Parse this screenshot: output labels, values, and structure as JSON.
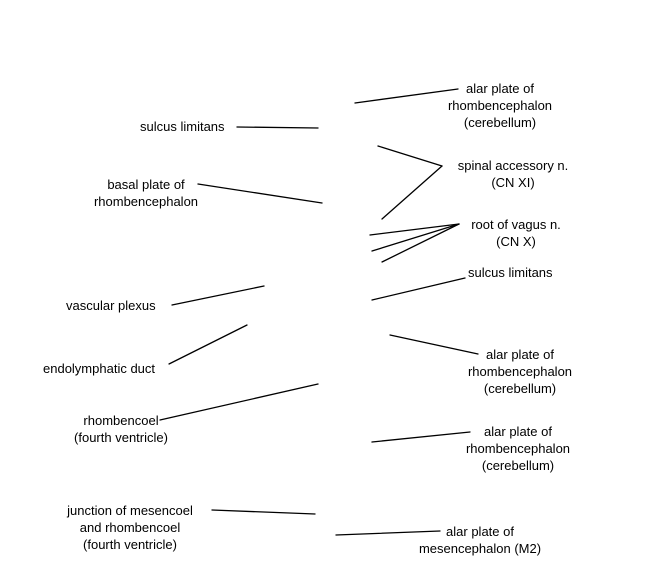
{
  "diagram": {
    "labels": [
      {
        "id": "alar-plate-cerebellum-top",
        "lines": [
          "alar plate of",
          "rhombencephalon",
          "(cerebellum)"
        ]
      },
      {
        "id": "sulcus-limitans-left",
        "lines": [
          "sulcus limitans"
        ]
      },
      {
        "id": "spinal-accessory",
        "lines": [
          "spinal accessory n.",
          "(CN XI)"
        ]
      },
      {
        "id": "basal-plate",
        "lines": [
          "basal plate of",
          "rhombencephalon"
        ]
      },
      {
        "id": "root-of-vagus",
        "lines": [
          "root of vagus n.",
          "(CN X)"
        ]
      },
      {
        "id": "sulcus-limitans-right",
        "lines": [
          "sulcus limitans"
        ]
      },
      {
        "id": "vascular-plexus",
        "lines": [
          "vascular plexus"
        ]
      },
      {
        "id": "alar-plate-cerebellum-mid",
        "lines": [
          "alar plate of",
          "rhombencephalon",
          "(cerebellum)"
        ]
      },
      {
        "id": "endolymphatic-duct",
        "lines": [
          "endolymphatic duct"
        ]
      },
      {
        "id": "rhombencoel",
        "lines": [
          "rhombencoel",
          "(fourth ventricle)"
        ]
      },
      {
        "id": "alar-plate-cerebellum-lower",
        "lines": [
          "alar plate of",
          "rhombencephalon",
          "(cerebellum)"
        ]
      },
      {
        "id": "junction-mesencoel",
        "lines": [
          "junction of mesencoel",
          "and rhombencoel",
          "(fourth ventricle)"
        ]
      },
      {
        "id": "alar-plate-mesencephalon",
        "lines": [
          "alar plate of",
          "mesencephalon (M2)"
        ]
      }
    ]
  }
}
